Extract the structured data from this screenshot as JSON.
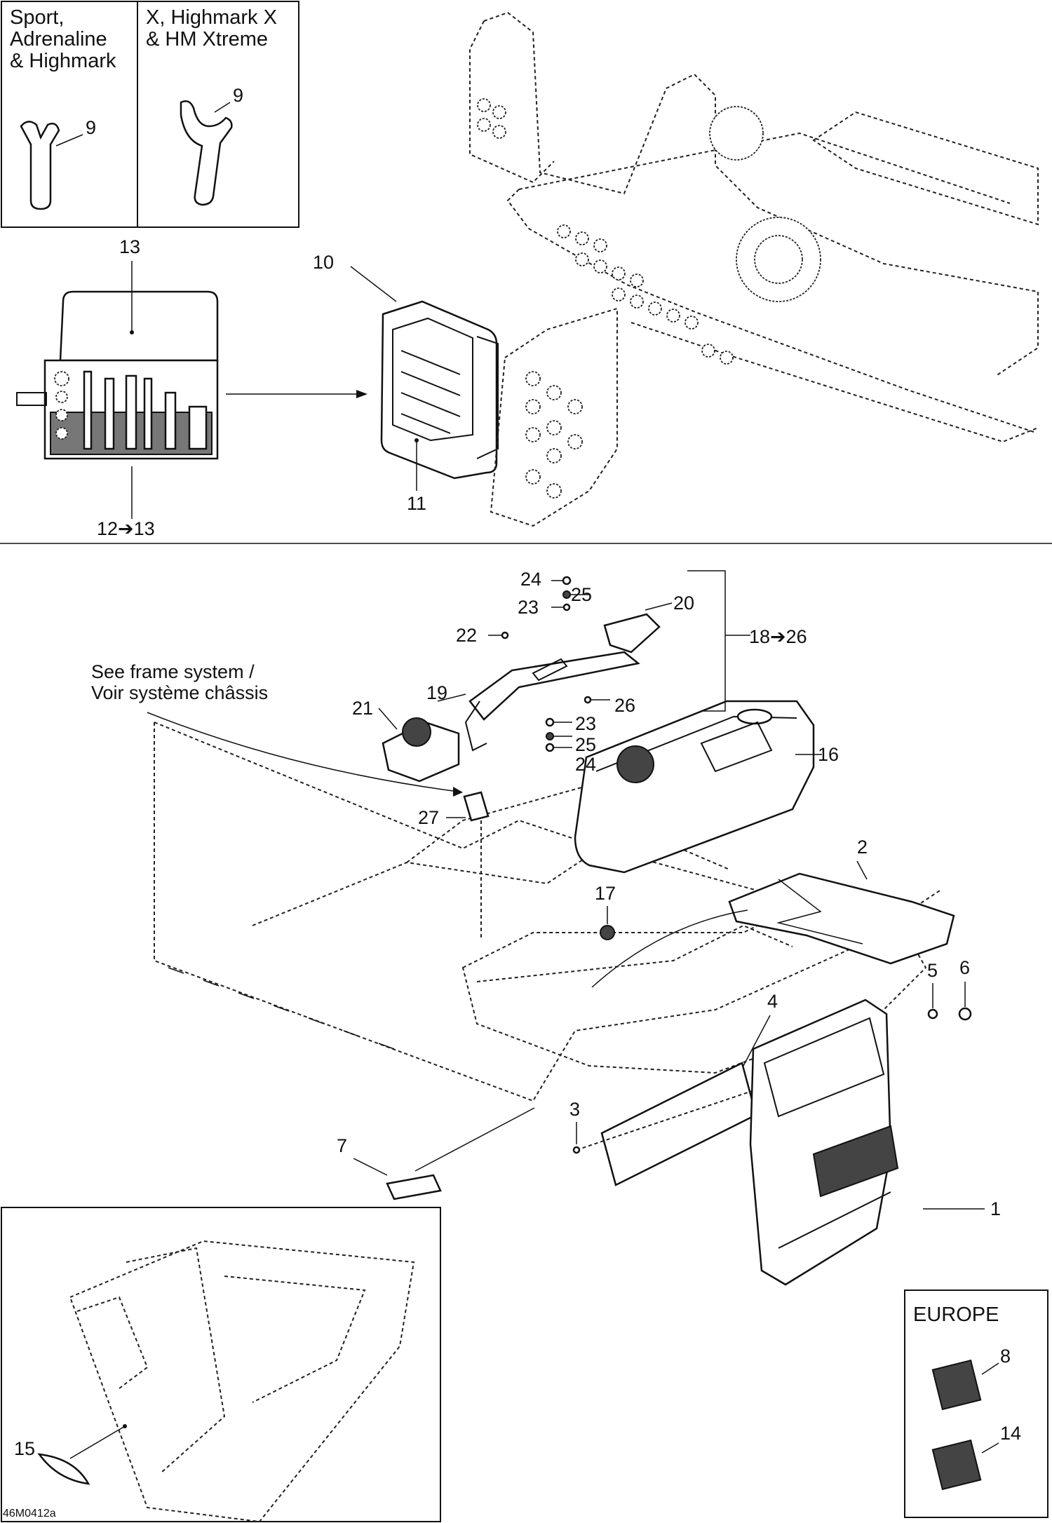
{
  "diagram_code": "46M0412a",
  "inset_top": {
    "left_title": "Sport,\nAdrenaline\n& Highmark",
    "right_title": "X, Highmark X\n& HM Xtreme"
  },
  "inset_europe": {
    "title": "EUROPE"
  },
  "note": {
    "line1": "See frame system /",
    "line2": "Voir système châssis"
  },
  "labels": {
    "l1": "1",
    "l2": "2",
    "l3": "3",
    "l4": "4",
    "l5": "5",
    "l6": "6",
    "l7": "7",
    "l8": "8",
    "l9a": "9",
    "l9b": "9",
    "l10": "10",
    "l11": "11",
    "l12_13": "12➔13",
    "l13": "13",
    "l14": "14",
    "l15": "15",
    "l16": "16",
    "l17": "17",
    "l18_26": "18➔26",
    "l19": "19",
    "l20": "20",
    "l21": "21",
    "l22": "22",
    "l23a": "23",
    "l23b": "23",
    "l24a": "24",
    "l24b": "24",
    "l25a": "25",
    "l25b": "25",
    "l26": "26",
    "l27": "27"
  }
}
